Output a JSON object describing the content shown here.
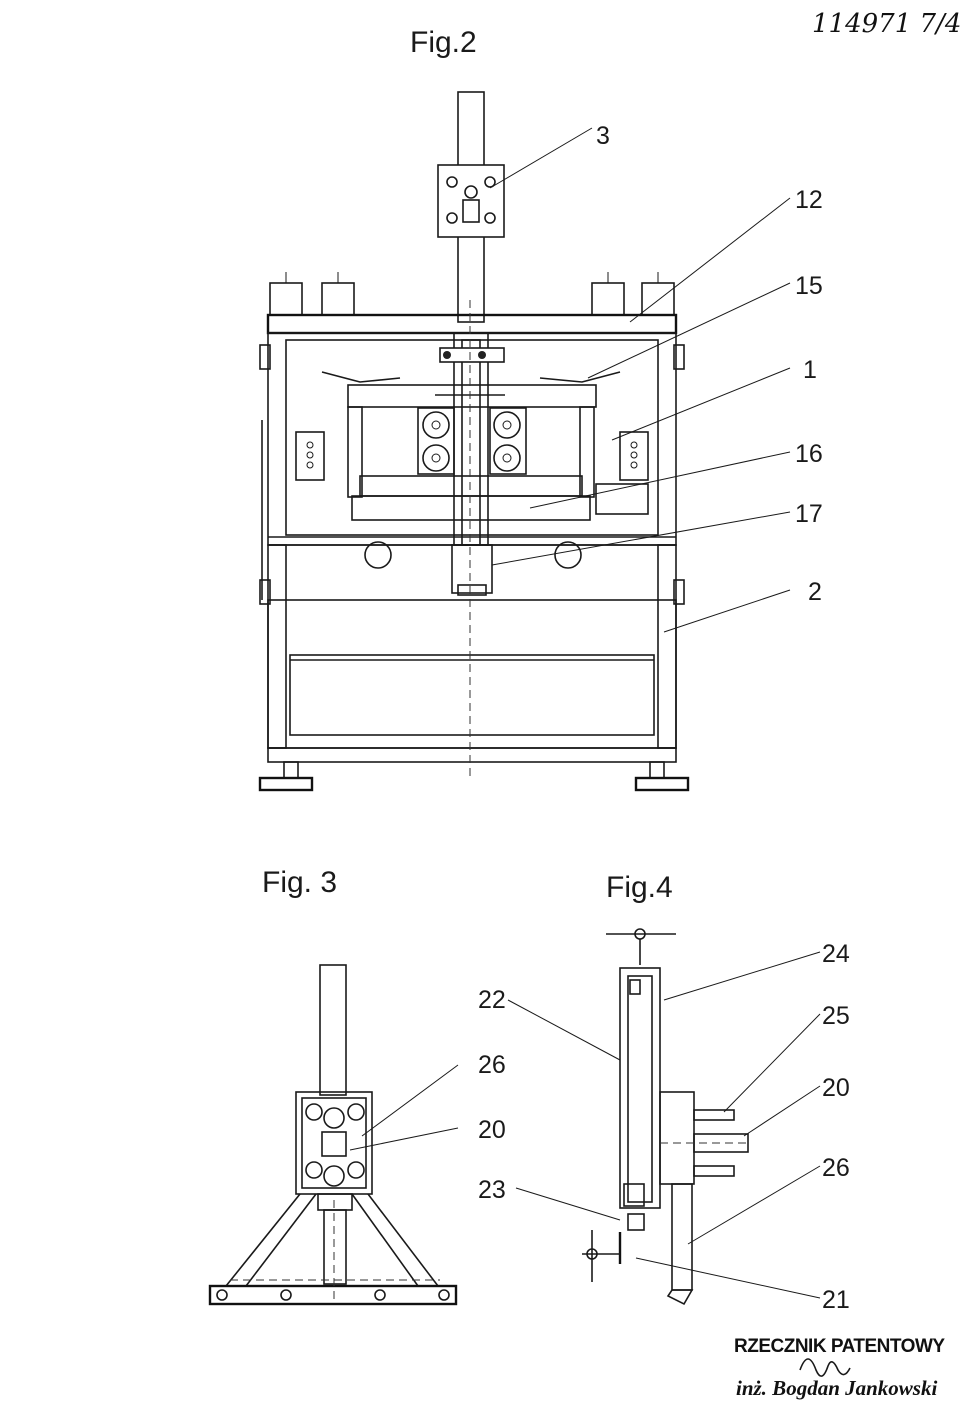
{
  "sheet": {
    "page_number": "114971 7/4"
  },
  "figures": [
    {
      "id": "fig2",
      "title": "Fig.2"
    },
    {
      "id": "fig3",
      "title": "Fig. 3"
    },
    {
      "id": "fig4",
      "title": "Fig.4"
    }
  ],
  "labels": {
    "fig2": [
      "3",
      "12",
      "15",
      "1",
      "16",
      "17",
      "2"
    ],
    "fig3": [
      "22",
      "26",
      "20",
      "23"
    ],
    "fig4": [
      "24",
      "25",
      "20",
      "26",
      "21"
    ]
  },
  "stamp": {
    "line1": "RZECZNIK PATENTOWY",
    "line2": "inż. Bogdan Jankowski"
  }
}
